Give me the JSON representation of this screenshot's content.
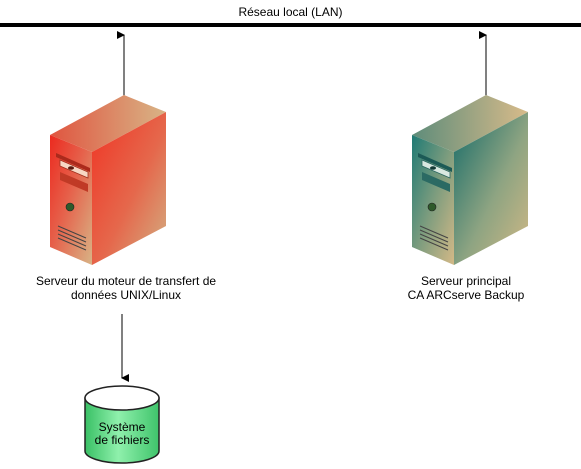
{
  "network": {
    "label": "Réseau local (LAN)"
  },
  "servers": [
    {
      "id": "unix",
      "line1": "Serveur du moteur de transfert de",
      "line2": "données UNIX/Linux",
      "color": "#ec2a1f"
    },
    {
      "id": "main",
      "line1": "Serveur principal",
      "line2": "CA ARCserve Backup",
      "color": "#1b6e6b"
    }
  ],
  "storage": {
    "line1": "Système",
    "line2": "de fichiers",
    "color": "#66e08c"
  },
  "colors": {
    "tan": "#d6ba8a",
    "line": "#000000"
  }
}
